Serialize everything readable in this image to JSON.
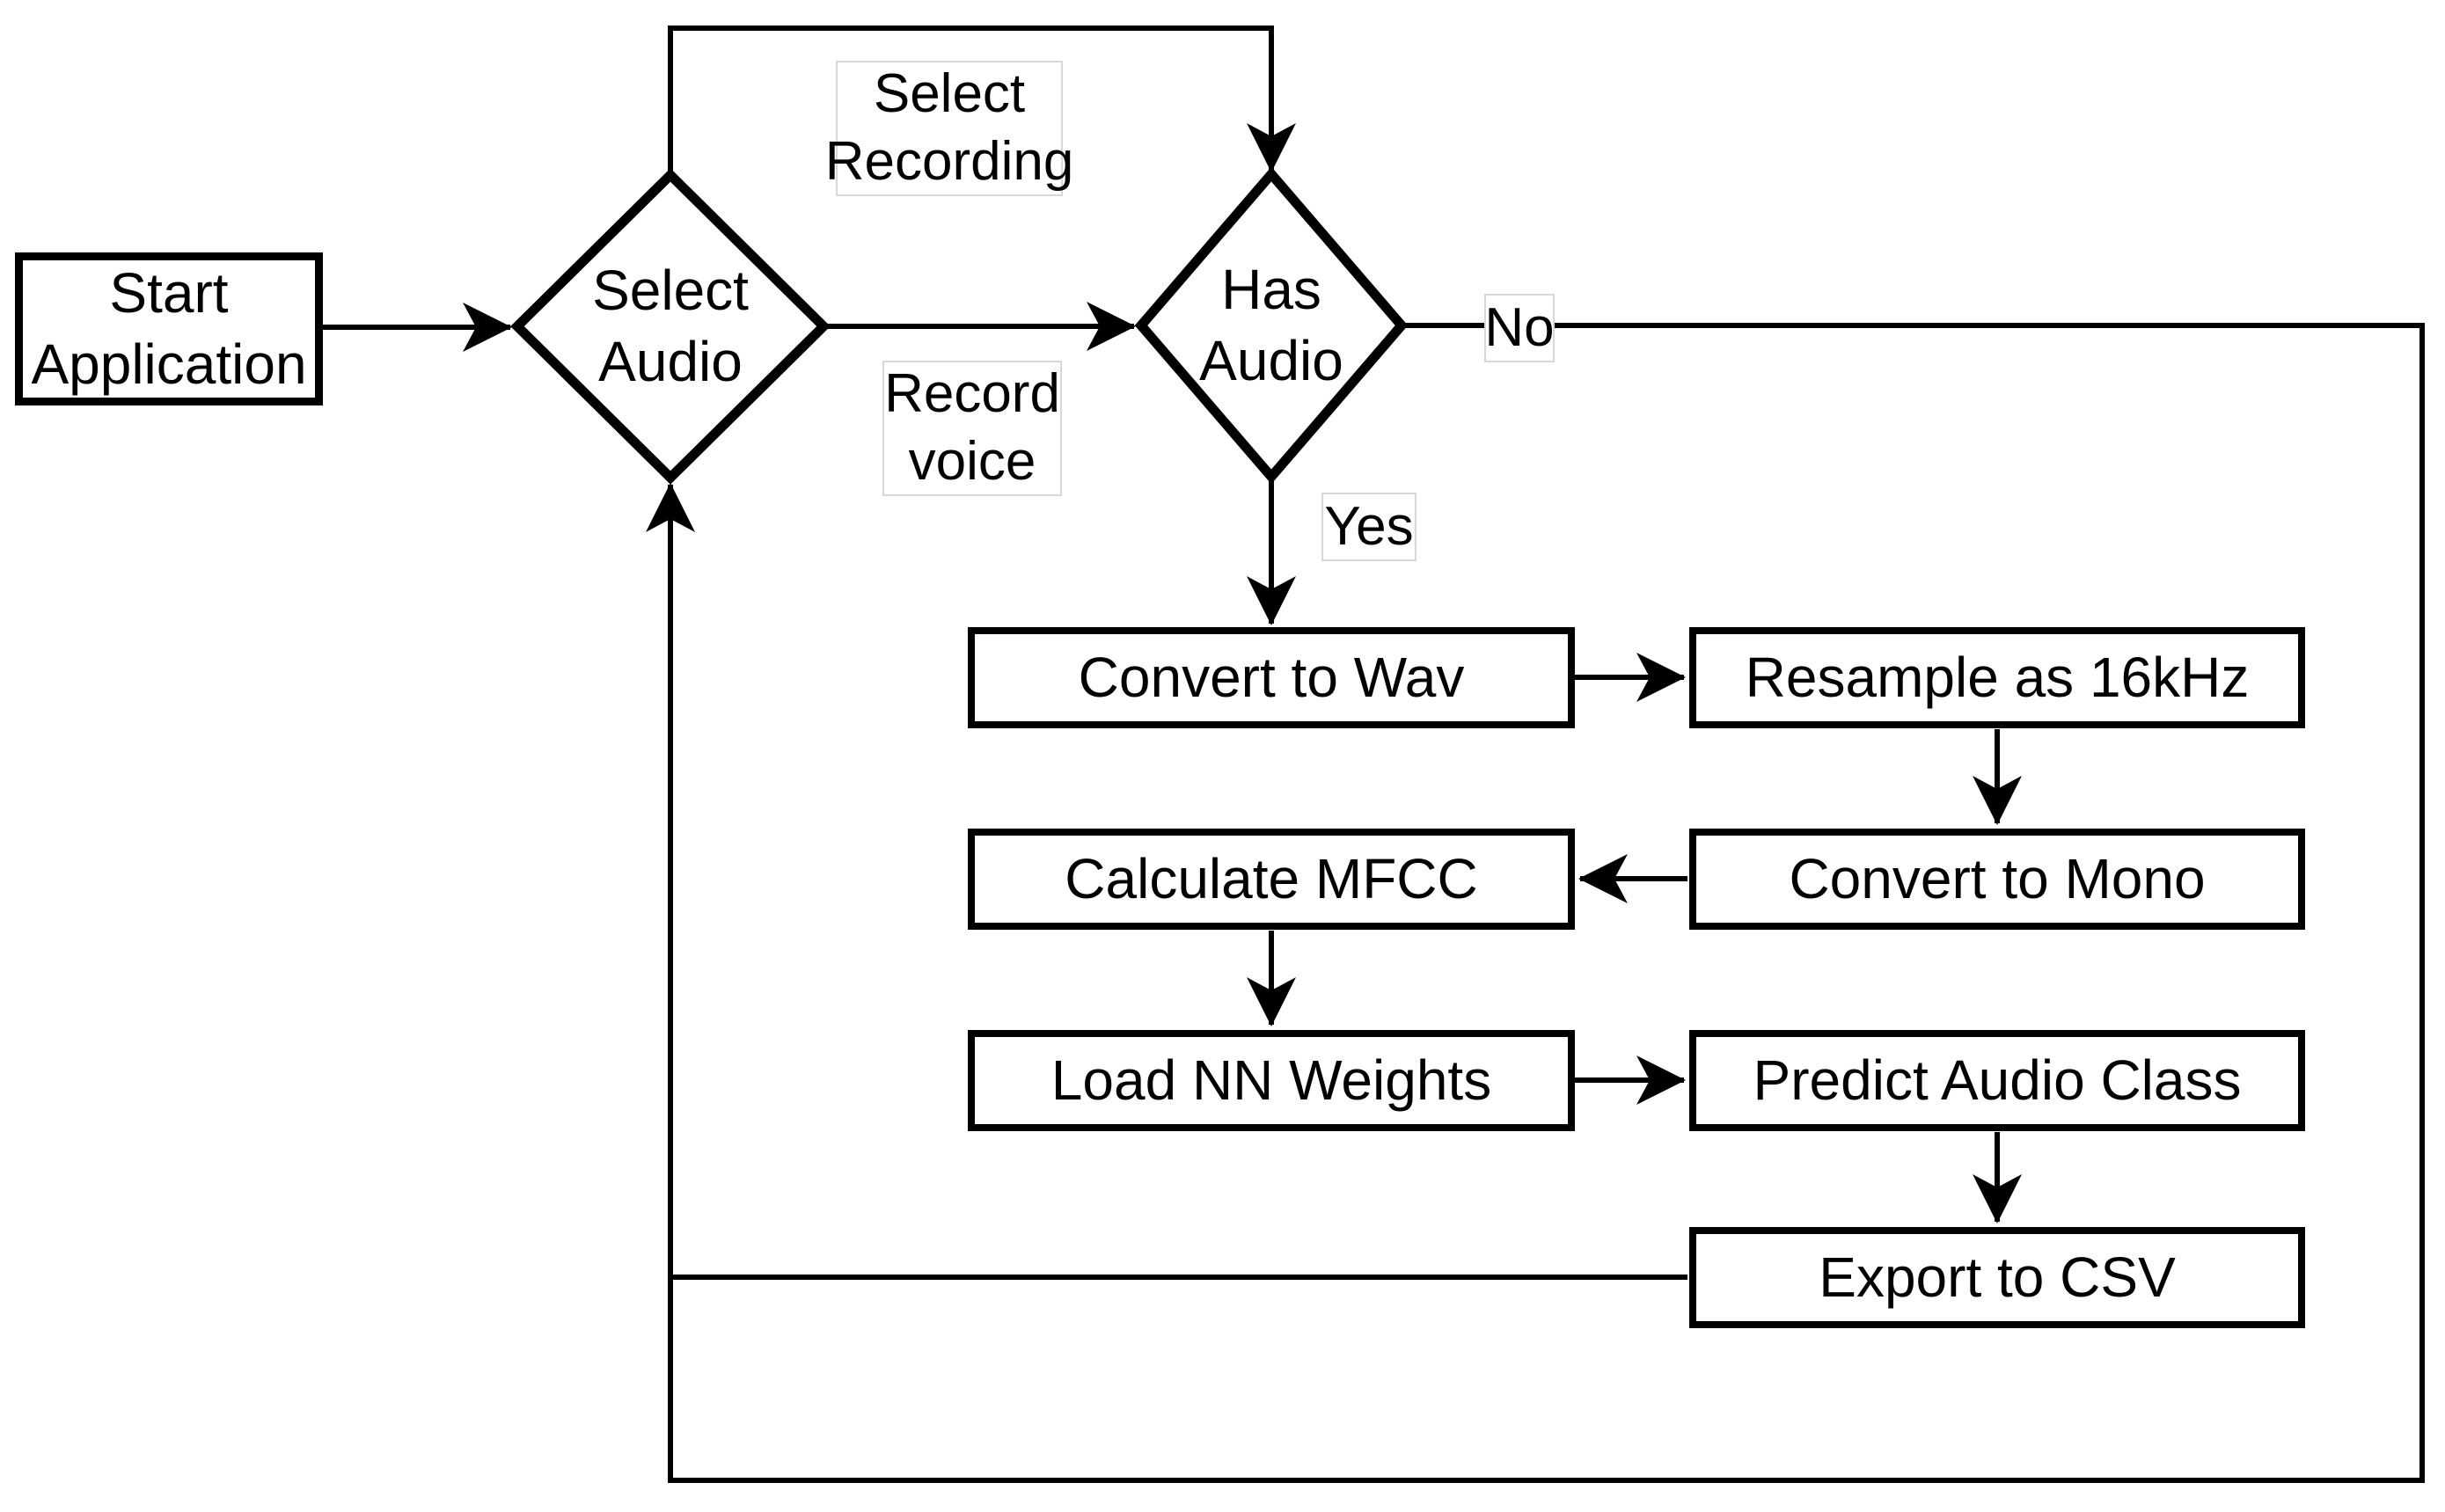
{
  "flowchart": {
    "nodes": {
      "start": {
        "label": "Start Application"
      },
      "select_audio": {
        "label": "Select Audio"
      },
      "has_audio": {
        "label": "Has Audio"
      },
      "convert_wav": {
        "label": "Convert to Wav"
      },
      "resample": {
        "label": "Resample as 16kHz"
      },
      "calculate_mfcc": {
        "label": "Calculate MFCC"
      },
      "convert_mono": {
        "label": "Convert to Mono"
      },
      "load_nn": {
        "label": "Load NN Weights"
      },
      "predict": {
        "label": "Predict Audio Class"
      },
      "export_csv": {
        "label": "Export to CSV"
      }
    },
    "edge_labels": {
      "select_recording": "Select Recording",
      "record_voice": "Record voice",
      "yes": "Yes",
      "no": "No"
    },
    "colors": {
      "line": "#000000",
      "background": "#ffffff",
      "label_border": "#d8d8d8"
    }
  }
}
